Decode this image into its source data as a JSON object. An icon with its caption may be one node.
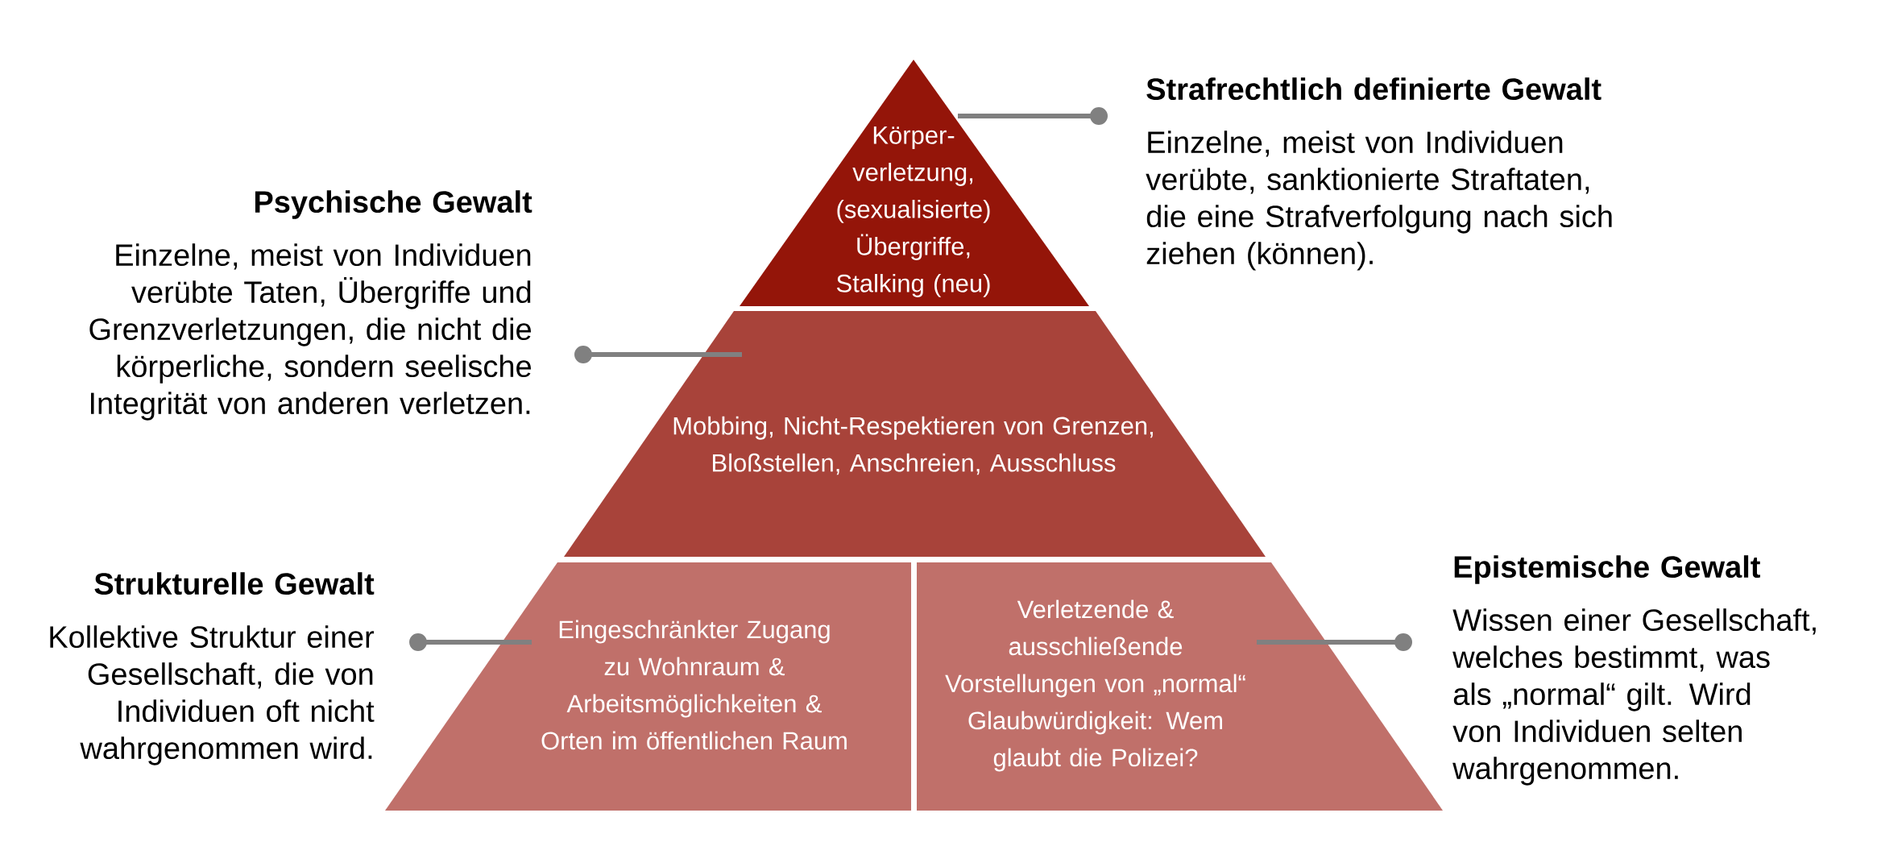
{
  "diagram": {
    "nodes": [
      {
        "text": [
          "Körper-verletzung, (sexualisierte) Übergriffe, Stalking (neu)"
        ]
      },
      {
        "text": [
          "Mobbing, Nicht-Respektieren von Grenzen, Bloßstellen, Anschreien, Ausschluss"
        ]
      },
      {
        "text": [
          "Eingeschränkter Zugang zu Wohnraum & Arbeitsmöglichkeiten & Orten im öffentlichen Raum"
        ]
      },
      {
        "text": [
          "Verletzende & ausschließende Vorstellungen von „normal“ Glaubwürdigkeit: Wem glaubt die Polizei?"
        ]
      },
      {
        "text": [
          "Strafrechtlich definierte Gewalt",
          "Einzelne, meist von Individuen verübte, sanktionierte Straftaten, die eine Strafverfolgung nach sich ziehen (können)."
        ]
      },
      {
        "text": [
          "Psychische Gewalt",
          "Einzelne, meist von Individuen verübte Taten, Übergriffe und Grenzverletzungen, die nicht die körperliche, sondern seelische Integrität von anderen verletzen."
        ]
      },
      {
        "text": [
          "Strukturelle Gewalt",
          "Kollektive Struktur einer Gesellschaft, die von Individuen oft nicht wahrgenommen wird."
        ]
      },
      {
        "text": [
          "Epistemische Gewalt",
          "Wissen einer Gesellschaft, welches bestimmt, was als „normal“ gilt. Wird von Individuen selten wahrgenommen."
        ]
      }
    ],
    "edges": [
      {
        "from": 4,
        "to": 0,
        "arrow": "other"
      },
      {
        "from": 5,
        "to": 1,
        "arrow": "other"
      },
      {
        "from": 6,
        "to": 2,
        "arrow": "other"
      },
      {
        "from": 7,
        "to": 3,
        "arrow": "other"
      }
    ]
  }
}
